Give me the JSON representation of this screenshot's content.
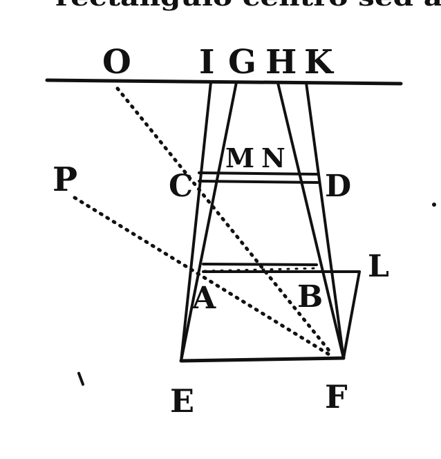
{
  "header_fragment": "rectangulo centro   sed a",
  "labels": {
    "O": "O",
    "I": "I",
    "G": "G",
    "H": "H",
    "K": "K",
    "M": "M",
    "N": "N",
    "C": "C",
    "D": "D",
    "P": "P",
    "L": "L",
    "A": "A",
    "B": "B",
    "E": "E",
    "F": "F"
  },
  "colors": {
    "ink": "#111111",
    "paper": "#ffffff"
  }
}
